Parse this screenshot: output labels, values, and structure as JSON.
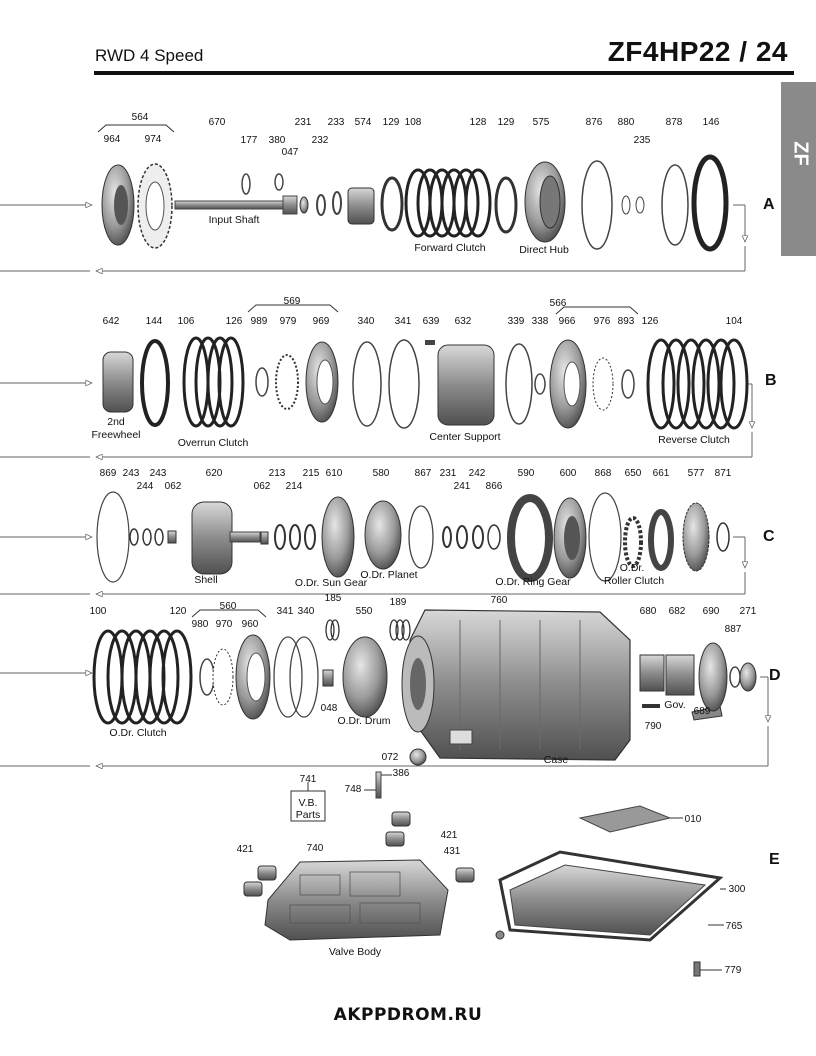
{
  "header": {
    "subtitle": "RWD 4 Speed",
    "title": "ZF4HP22 / 24"
  },
  "side_tab": {
    "label": "ZF"
  },
  "footer": {
    "site": "AKPPDROM.RU"
  },
  "rows": {
    "A": {
      "letter": "A",
      "numbers": [
        "564",
        "964",
        "974",
        "670",
        "177",
        "380",
        "047",
        "231",
        "232",
        "233",
        "574",
        "129",
        "108",
        "128",
        "129",
        "575",
        "876",
        "880",
        "235",
        "878",
        "146"
      ],
      "captions": [
        "Input Shaft",
        "Forward Clutch",
        "Direct Hub"
      ]
    },
    "B": {
      "letter": "B",
      "numbers": [
        "642",
        "144",
        "106",
        "126",
        "569",
        "989",
        "979",
        "969",
        "340",
        "341",
        "639",
        "632",
        "339",
        "338",
        "566",
        "966",
        "976",
        "893",
        "126",
        "104"
      ],
      "captions": [
        "2nd",
        "Freewheel",
        "Overrun Clutch",
        "Center Support",
        "Reverse Clutch"
      ]
    },
    "C": {
      "letter": "C",
      "numbers": [
        "869",
        "243",
        "244",
        "243",
        "062",
        "620",
        "062",
        "213",
        "214",
        "215",
        "610",
        "580",
        "867",
        "231",
        "241",
        "242",
        "866",
        "590",
        "600",
        "868",
        "650",
        "661",
        "577",
        "871"
      ],
      "captions": [
        "Shell",
        "O.Dr. Sun Gear",
        "O.Dr. Planet",
        "O.Dr. Ring Gear",
        "O.Dr.",
        "Roller Clutch"
      ]
    },
    "D": {
      "letter": "D",
      "numbers": [
        "100",
        "120",
        "560",
        "980",
        "970",
        "960",
        "341",
        "340",
        "185",
        "550",
        "189",
        "760",
        "680",
        "682",
        "690",
        "887",
        "271",
        "048",
        "790",
        "689",
        "072"
      ],
      "captions": [
        "O.Dr. Clutch",
        "O.Dr. Drum",
        "Gov.",
        "Case"
      ]
    },
    "E": {
      "letter": "E",
      "numbers": [
        "741",
        "386",
        "748",
        "421",
        "740",
        "421",
        "431",
        "010",
        "300",
        "765",
        "779"
      ],
      "captions": [
        "V.B.",
        "Parts",
        "Valve Body"
      ]
    }
  }
}
